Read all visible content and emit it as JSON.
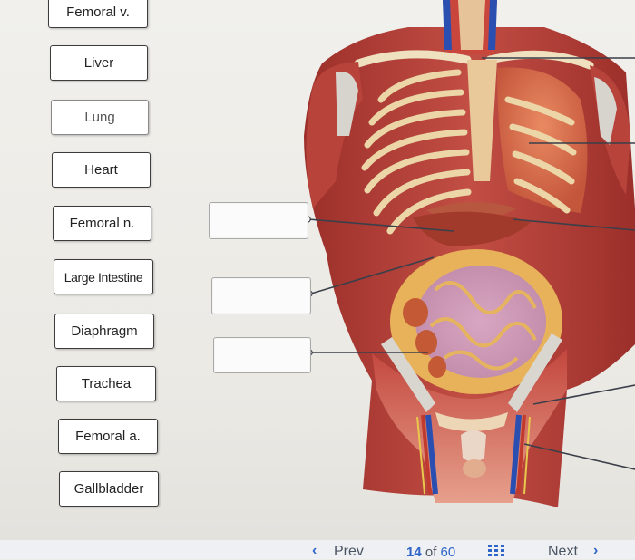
{
  "labels": [
    {
      "text": "Femoral v."
    },
    {
      "text": "Liver"
    },
    {
      "text": "Lung"
    },
    {
      "text": "Heart"
    },
    {
      "text": "Femoral n."
    },
    {
      "text": "Large Intestine"
    },
    {
      "text": "Diaphragm"
    },
    {
      "text": "Trachea"
    },
    {
      "text": "Femoral a."
    },
    {
      "text": "Gallbladder"
    }
  ],
  "nav": {
    "prev_label": "Prev",
    "current_page": "14",
    "of_label": "of",
    "total_pages": "60",
    "next_label": "Next"
  },
  "icons": {
    "prev": "chevron-left-icon",
    "grid": "grid-icon",
    "next": "chevron-right-icon"
  },
  "colors": {
    "accent": "#2f64c8",
    "muscle": "#b8423a",
    "organ_liver": "#a23a2c",
    "intestine": "#e8b25a",
    "vein": "#2b4fb0"
  }
}
